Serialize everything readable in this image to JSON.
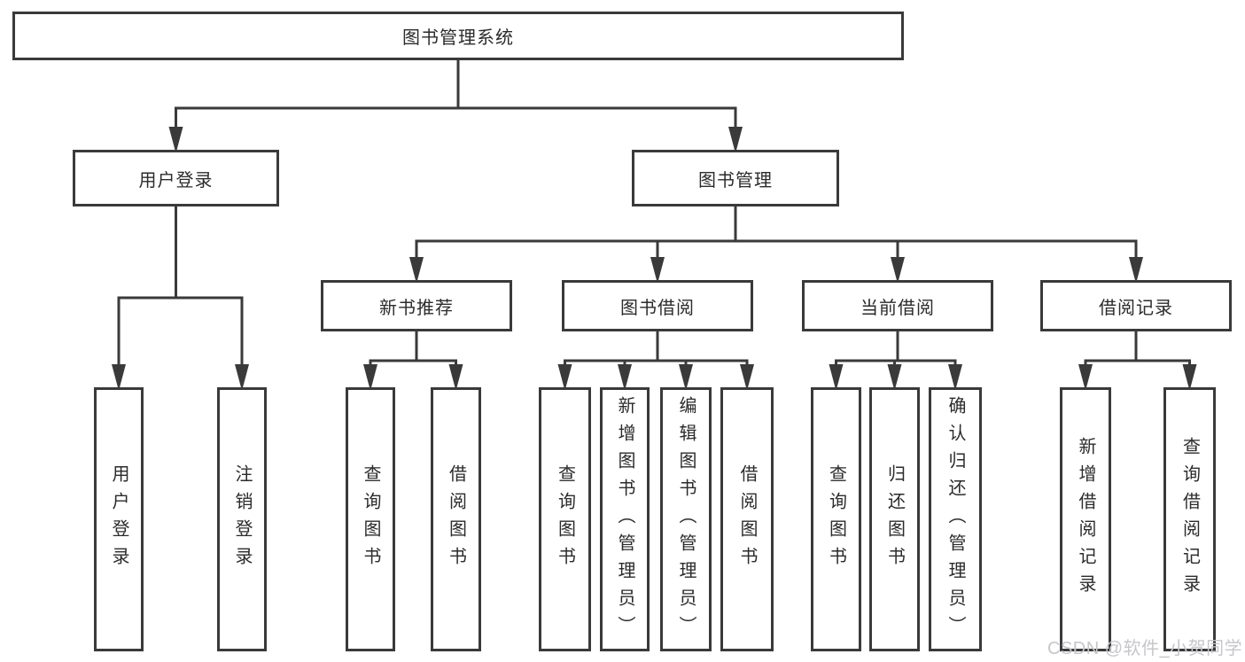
{
  "colors": {
    "line": "#3a3a3a",
    "border": "#3a3a3a",
    "text": "#2b2b2b",
    "watermark": "#c6c6cb",
    "background": "#ffffff"
  },
  "watermark": {
    "text": "CSDN @软件_小贺同学"
  },
  "diagram": {
    "type": "hierarchy-tree",
    "root": {
      "label": "图书管理系统",
      "children": [
        {
          "label": "用户登录",
          "children": [
            {
              "label": "用户登录"
            },
            {
              "label": "注销登录"
            }
          ]
        },
        {
          "label": "图书管理",
          "children": [
            {
              "label": "新书推荐",
              "children": [
                {
                  "label": "查询图书"
                },
                {
                  "label": "借阅图书"
                }
              ]
            },
            {
              "label": "图书借阅",
              "children": [
                {
                  "label": "查询图书"
                },
                {
                  "label": "新增图书（管理员）"
                },
                {
                  "label": "编辑图书（管理员）"
                },
                {
                  "label": "借阅图书"
                }
              ]
            },
            {
              "label": "当前借阅",
              "children": [
                {
                  "label": "查询图书"
                },
                {
                  "label": "归还图书"
                },
                {
                  "label": "确认归还（管理员）"
                }
              ]
            },
            {
              "label": "借阅记录",
              "children": [
                {
                  "label": "新增借阅记录"
                },
                {
                  "label": "查询借阅记录"
                }
              ]
            }
          ]
        }
      ]
    }
  }
}
